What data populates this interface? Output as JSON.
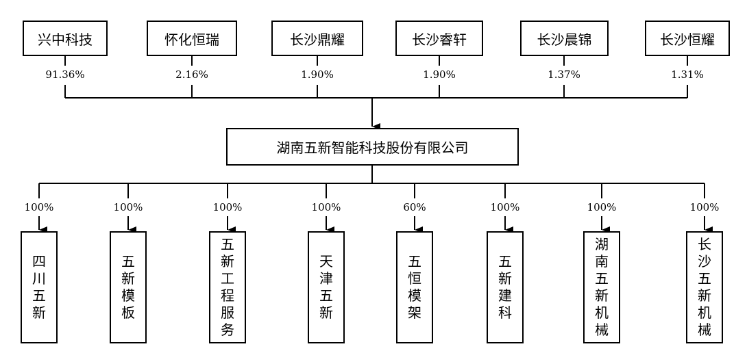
{
  "shareholders": [
    {
      "name": "兴中科技",
      "pct": "91.36%"
    },
    {
      "name": "怀化恒瑞",
      "pct": "2.16%"
    },
    {
      "name": "长沙鼎耀",
      "pct": "1.90%"
    },
    {
      "name": "长沙睿轩",
      "pct": "1.90%"
    },
    {
      "name": "长沙晨锦",
      "pct": "1.37%"
    },
    {
      "name": "长沙恒耀",
      "pct": "1.31%"
    }
  ],
  "company": "湖南五新智能科技股份有限公司",
  "subsidiaries": [
    {
      "name": "四川五新",
      "pct": "100%"
    },
    {
      "name": "五新模板",
      "pct": "100%"
    },
    {
      "name": "五新工程服务",
      "pct": "100%"
    },
    {
      "name": "天津五新",
      "pct": "100%"
    },
    {
      "name": "五恒模架",
      "pct": "60%"
    },
    {
      "name": "五新建科",
      "pct": "100%"
    },
    {
      "name": "湖南五新机械",
      "pct": "100%"
    },
    {
      "name": "长沙五新机械",
      "pct": "100%"
    }
  ]
}
